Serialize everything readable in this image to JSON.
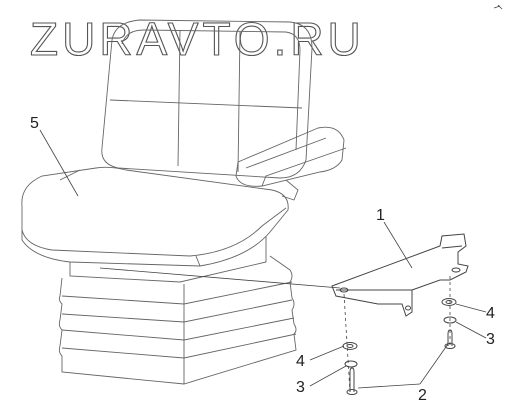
{
  "watermark": "ZURAVTO.RU",
  "callouts": {
    "c1": "1",
    "c2": "2",
    "c3a": "3",
    "c3b": "3",
    "c4a": "4",
    "c4b": "4",
    "c5": "5"
  }
}
